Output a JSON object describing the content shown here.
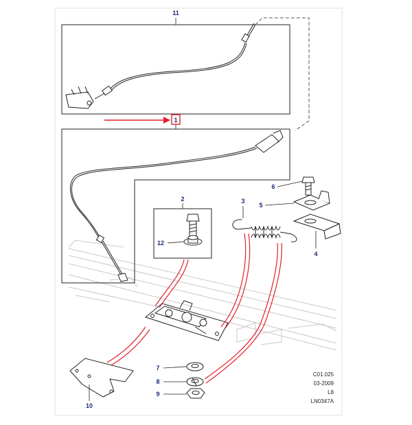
{
  "callouts": {
    "c1": "1",
    "c2": "2",
    "c3": "3",
    "c4": "4",
    "c5": "5",
    "c6": "6",
    "c7": "7",
    "c8": "8",
    "c9": "9",
    "c10": "10",
    "c11": "11",
    "c12": "12"
  },
  "reference": {
    "code": "C01.025",
    "date": "03-2009",
    "variant": "L8",
    "drawing_number": "LN0347A"
  },
  "colors": {
    "callout_text": "#1a2a7a",
    "highlight": "#e0202a",
    "line": "#222222",
    "ghost": "#c8c8c8"
  }
}
